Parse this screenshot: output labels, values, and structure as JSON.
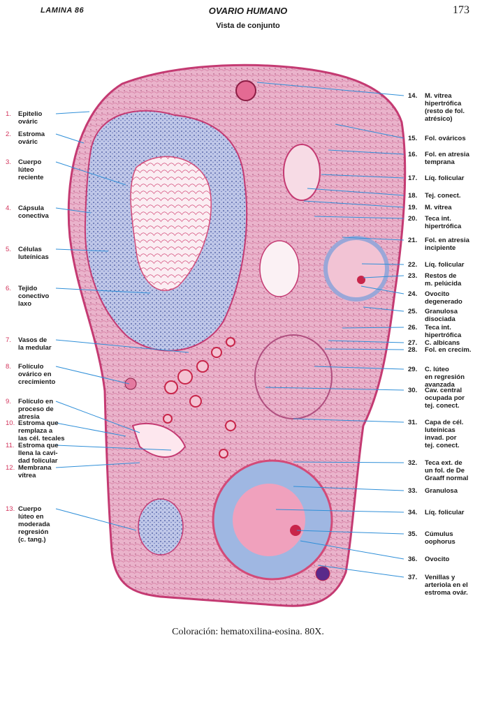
{
  "header": {
    "lamina": "LAMINA 86",
    "title": "OVARIO HUMANO",
    "subtitle": "Vista de conjunto",
    "page_number": "173"
  },
  "caption": "Coloración: hematoxilina-eosina. 80X.",
  "colors": {
    "stroma": "#e7a6c3",
    "stroma_dark": "#d0608f",
    "luteal": "#b9c4e6",
    "vessel": "#c8254a",
    "leader": "#2f8fd8"
  },
  "left_labels": [
    {
      "num": "1.",
      "text": "Epitelio\nováric"
    },
    {
      "num": "2.",
      "text": "Estroma\nováric"
    },
    {
      "num": "3.",
      "text": "Cuerpo\nlúteo\nreciente"
    },
    {
      "num": "4.",
      "text": "Cápsula\nconectiva"
    },
    {
      "num": "5.",
      "text": "Células\nluteínicas"
    },
    {
      "num": "6.",
      "text": "Tejido\nconectivo\nlaxo"
    },
    {
      "num": "7.",
      "text": "Vasos de\nla medular"
    },
    {
      "num": "8.",
      "text": "Folículo\novárico en\ncrecimiento"
    },
    {
      "num": "9.",
      "text": "Folículo en\nproceso de\natresia"
    },
    {
      "num": "10.",
      "text": "Estroma que\nremplaza a\nlas cél. tecales"
    },
    {
      "num": "11.",
      "text": "Estroma que\nllena la cavi-\ndad folicular"
    },
    {
      "num": "12.",
      "text": "Membrana\nvítrea"
    },
    {
      "num": "13.",
      "text": "Cuerpo\nlúteo en\nmoderada\nregresión\n(c. tang.)"
    }
  ],
  "right_labels": [
    {
      "num": "14.",
      "text": "M. vítrea\nhipertrófica\n(resto de fol.\natrésico)"
    },
    {
      "num": "15.",
      "text": "Fol. ováricos"
    },
    {
      "num": "16.",
      "text": "Fol. en atresia\ntemprana"
    },
    {
      "num": "17.",
      "text": "Líq. folicular"
    },
    {
      "num": "18.",
      "text": "Tej. conect."
    },
    {
      "num": "19.",
      "text": "M. vítrea"
    },
    {
      "num": "20.",
      "text": "Teca int.\nhipertrófica"
    },
    {
      "num": "21.",
      "text": "Fol. en atresia\nincipiente"
    },
    {
      "num": "22.",
      "text": "Líq. folicular"
    },
    {
      "num": "23.",
      "text": "Restos de\nm. pelúcida"
    },
    {
      "num": "24.",
      "text": "Ovocito\ndegenerado"
    },
    {
      "num": "25.",
      "text": "Granulosa\ndisociada"
    },
    {
      "num": "26.",
      "text": "Teca int.\nhipertrófica"
    },
    {
      "num": "27.",
      "text": "C. albicans"
    },
    {
      "num": "28.",
      "text": "Fol. en crecim."
    },
    {
      "num": "29.",
      "text": "C. lúteo\nen regresión\navanzada"
    },
    {
      "num": "30.",
      "text": "Cav. central\nocupada por\ntej. conect."
    },
    {
      "num": "31.",
      "text": "Capa de cél.\nluteínicas\ninvad. por\ntej. conect."
    },
    {
      "num": "32.",
      "text": "Teca ext. de\nun fol. de De\nGraaff normal"
    },
    {
      "num": "33.",
      "text": "Granulosa"
    },
    {
      "num": "34.",
      "text": "Líq. folicular"
    },
    {
      "num": "35.",
      "text": "Cúmulus\noophorus"
    },
    {
      "num": "36.",
      "text": "Ovocito"
    },
    {
      "num": "37.",
      "text": "Venillas y\narteriola en el\nestroma ovár."
    }
  ]
}
